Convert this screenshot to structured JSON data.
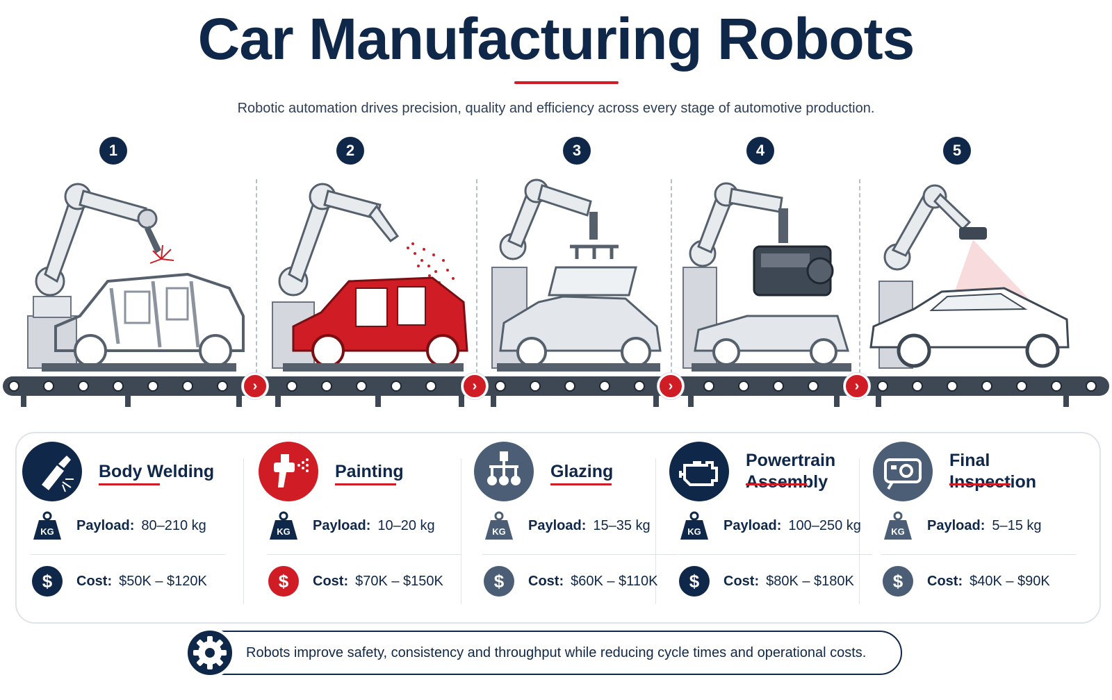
{
  "header": {
    "title": "Car Manufacturing Robots",
    "subtitle": "Robotic automation drives precision, quality and efficiency across every stage of automotive production."
  },
  "colors": {
    "navy": "#0f2748",
    "red": "#d01c24",
    "slate": "#4b5e75",
    "line_gray": "#dfe3ea"
  },
  "stages": [
    {
      "number": "1",
      "scene": "robot-arm-welding-car-frame",
      "name": "Body Welding",
      "icon": "welding-torch-icon",
      "icon_color": "#0f2748",
      "payload_label": "Payload:",
      "payload": "80–210 kg",
      "cost_label": "Cost:",
      "cost": "$50K – $120K"
    },
    {
      "number": "2",
      "scene": "robot-arm-spray-painting-car-body",
      "name": "Painting",
      "icon": "spray-gun-icon",
      "icon_color": "#d01c24",
      "payload_label": "Payload:",
      "payload": "10–20 kg",
      "cost_label": "Cost:",
      "cost": "$70K – $150K"
    },
    {
      "number": "3",
      "scene": "robot-arm-installing-windshield",
      "name": "Glazing",
      "icon": "suction-gripper-icon",
      "icon_color": "#4b5e75",
      "payload_label": "Payload:",
      "payload": "15–35 kg",
      "cost_label": "Cost:",
      "cost": "$60K – $110K"
    },
    {
      "number": "4",
      "scene": "robot-arm-lowering-engine",
      "name": "Powertrain Assembly",
      "icon": "engine-icon",
      "icon_color": "#0f2748",
      "payload_label": "Payload:",
      "payload": "100–250 kg",
      "cost_label": "Cost:",
      "cost": "$80K – $180K"
    },
    {
      "number": "5",
      "scene": "robot-arm-camera-inspecting-car",
      "name": "Final Inspection",
      "icon": "inspection-camera-icon",
      "icon_color": "#4b5e75",
      "payload_label": "Payload:",
      "payload": "5–15 kg",
      "cost_label": "Cost:",
      "cost": "$40K – $90K"
    }
  ],
  "flow_arrows": [
    "chevron-right-icon",
    "chevron-right-icon",
    "chevron-right-icon",
    "chevron-right-icon"
  ],
  "footer": {
    "icon": "gear-icon",
    "text": "Robots improve safety, consistency and throughput while reducing cycle times and operational costs."
  }
}
